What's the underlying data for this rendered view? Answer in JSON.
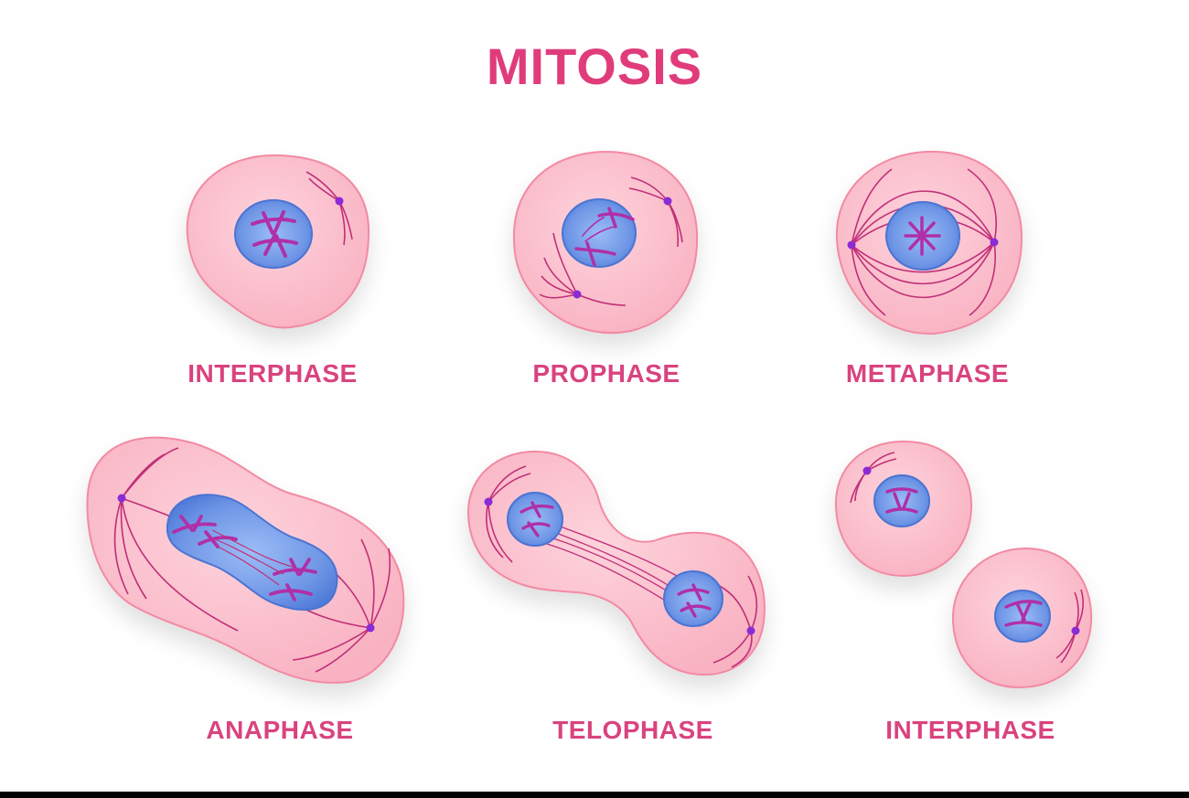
{
  "title": "MITOSIS",
  "colors": {
    "title": "#e03c7c",
    "label": "#d9437f",
    "cell_fill": "#fbbfcb",
    "cell_edge": "#f1879f",
    "nucleus": "#5a86e0",
    "nucleus_core": "#8fb3f3",
    "chromosome": "#a82aa6",
    "chromosome_hi": "#d24fc9",
    "fiber": "#bf2b74",
    "centrosome": "#8a2bd6"
  },
  "phases": [
    {
      "id": "interphase-1",
      "label": "INTERPHASE"
    },
    {
      "id": "prophase",
      "label": "PROPHASE"
    },
    {
      "id": "metaphase",
      "label": "METAPHASE"
    },
    {
      "id": "anaphase",
      "label": "ANAPHASE"
    },
    {
      "id": "telophase",
      "label": "TELOPHASE"
    },
    {
      "id": "interphase-2",
      "label": "INTERPHASE"
    }
  ]
}
